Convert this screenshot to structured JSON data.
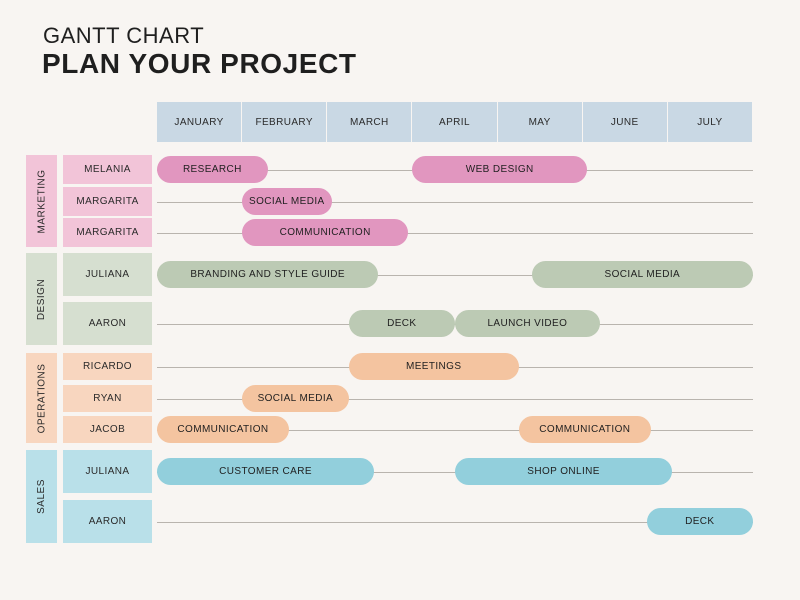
{
  "header": {
    "subtitle": "GANTT CHART",
    "title": "PLAN YOUR PROJECT"
  },
  "colors": {
    "marketing": {
      "bar": "#e196bf",
      "label": "#f2c4d8"
    },
    "design": {
      "bar": "#bccab4",
      "label": "#d6dfd0"
    },
    "operations": {
      "bar": "#f4c4a0",
      "label": "#f8d6bf"
    },
    "sales": {
      "bar": "#92cfdc",
      "label": "#b9e0e9"
    },
    "month_header": "#c9d8e4",
    "background": "#f8f5f2"
  },
  "chart_data": {
    "type": "gantt",
    "title": "PLAN YOUR PROJECT",
    "x_unit": "month",
    "xlim": [
      0,
      7
    ],
    "months": [
      "JANUARY",
      "FEBRUARY",
      "MARCH",
      "APRIL",
      "MAY",
      "JUNE",
      "JULY"
    ],
    "groups": [
      {
        "name": "MARKETING",
        "color_key": "marketing",
        "rows": [
          {
            "person": "MELANIA",
            "tasks": [
              {
                "label": "RESEARCH",
                "start": 0.0,
                "end": 1.3
              },
              {
                "label": "WEB DESIGN",
                "start": 3.0,
                "end": 5.05
              }
            ]
          },
          {
            "person": "MARGARITA",
            "tasks": [
              {
                "label": "SOCIAL MEDIA",
                "start": 1.0,
                "end": 2.05
              }
            ]
          },
          {
            "person": "MARGARITA",
            "tasks": [
              {
                "label": "COMMUNICATION",
                "start": 1.0,
                "end": 2.95
              }
            ]
          }
        ]
      },
      {
        "name": "DESIGN",
        "color_key": "design",
        "rows": [
          {
            "person": "JULIANA",
            "tasks": [
              {
                "label": "BRANDING AND STYLE GUIDE",
                "start": 0.0,
                "end": 2.6
              },
              {
                "label": "SOCIAL MEDIA",
                "start": 4.4,
                "end": 7.0
              }
            ]
          },
          {
            "person": "AARON",
            "tasks": [
              {
                "label": "DECK",
                "start": 2.25,
                "end": 3.5
              },
              {
                "label": "LAUNCH VIDEO",
                "start": 3.5,
                "end": 5.2
              }
            ]
          }
        ]
      },
      {
        "name": "OPERATIONS",
        "color_key": "operations",
        "rows": [
          {
            "person": "RICARDO",
            "tasks": [
              {
                "label": "MEETINGS",
                "start": 2.25,
                "end": 4.25
              }
            ]
          },
          {
            "person": "RYAN",
            "tasks": [
              {
                "label": "SOCIAL MEDIA",
                "start": 1.0,
                "end": 2.25
              }
            ]
          },
          {
            "person": "JACOB",
            "tasks": [
              {
                "label": "COMMUNICATION",
                "start": 0.0,
                "end": 1.55
              },
              {
                "label": "COMMUNICATION",
                "start": 4.25,
                "end": 5.8
              }
            ]
          }
        ]
      },
      {
        "name": "SALES",
        "color_key": "sales",
        "rows": [
          {
            "person": "JULIANA",
            "tasks": [
              {
                "label": "CUSTOMER CARE",
                "start": 0.0,
                "end": 2.55
              },
              {
                "label": "SHOP ONLINE",
                "start": 3.5,
                "end": 6.05
              }
            ]
          },
          {
            "person": "AARON",
            "tasks": [
              {
                "label": "DECK",
                "start": 5.75,
                "end": 7.0
              }
            ]
          }
        ]
      }
    ]
  }
}
